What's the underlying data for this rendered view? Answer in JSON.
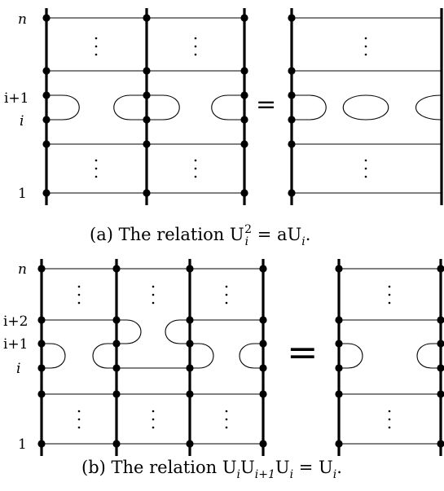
{
  "panel_a": {
    "labels": {
      "top": "n",
      "upper": "i+1",
      "lower": "i",
      "bottom": "1"
    },
    "equals": "=",
    "caption": {
      "prefix": "(a) The relation U",
      "sub1": "i",
      "sup1": "2",
      "mid": " = aU",
      "sub2": "i",
      "end": "."
    }
  },
  "panel_b": {
    "labels": {
      "top": "n",
      "upper2": "i+2",
      "upper": "i+1",
      "lower": "i",
      "bottom": "1"
    },
    "equals": "=",
    "caption": {
      "prefix": "(b) The relation U",
      "sub1": "i",
      "mid1": "U",
      "sub2": "i+1",
      "mid2": "U",
      "sub3": "i",
      "mid3": " = U",
      "sub4": "i",
      "end": "."
    }
  },
  "dots_glyph": "⋮"
}
